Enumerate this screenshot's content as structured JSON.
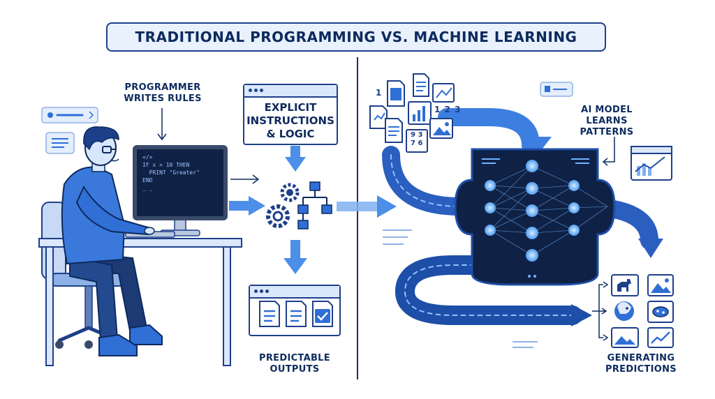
{
  "title": "TRADITIONAL PROGRAMMING VS. MACHINE LEARNING",
  "left": {
    "programmer_label": [
      "PROGRAMMER",
      "WRITES RULES"
    ],
    "code_lines": [
      "</>",
      "IF x > 10 THEN",
      "  PRINT \"Greater\"",
      "END",
      "_ _"
    ],
    "instructions_label": [
      "EXPLICIT",
      "INSTRUCTIONS",
      "& LOGIC"
    ],
    "outputs_label": [
      "PREDICTABLE",
      "OUTPUTS"
    ]
  },
  "right": {
    "model_label": [
      "AI MODEL",
      "LEARNS PATTERNS"
    ],
    "data_numbers": [
      "1",
      "1 2 3",
      "9 3",
      "7 6"
    ],
    "predictions_label": [
      "GENERATING",
      "PREDICTIONS"
    ]
  },
  "colors": {
    "navy": "#0d2a5e",
    "accent_blue": "#2f6fd6",
    "light_blue": "#dbe8fb",
    "glow_blue": "#6fb4ff"
  },
  "icons": [
    "programmer-figure",
    "desk",
    "office-chair",
    "computer-monitor",
    "gears-icon",
    "flowchart-icon",
    "document-icon",
    "checked-document-icon",
    "line-chart-icon",
    "image-icon",
    "neural-network",
    "dog-icon",
    "bacteria-icon",
    "chat-bubble-icon"
  ]
}
